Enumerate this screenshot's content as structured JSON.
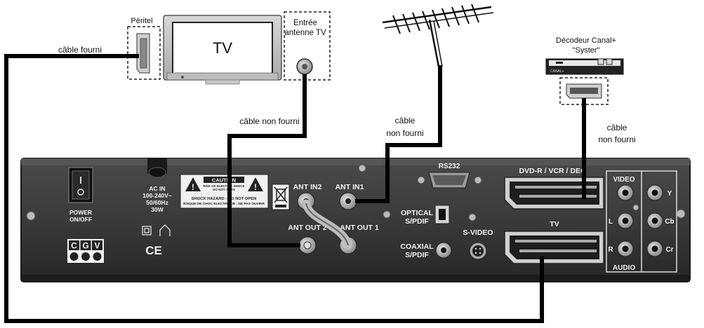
{
  "labels": {
    "peritel": "Péritel",
    "tv_screen": "TV",
    "entree_line1": "Entrée",
    "entree_line2": "antenne TV",
    "cable_fourni": "câble fourni",
    "cable_non_fourni_tv": "câble non fourni",
    "cable_ant_line1": "câble",
    "cable_ant_line2": "non fourni",
    "decoder_line1": "Décodeur Canal+",
    "decoder_line2": "\"Syster\"",
    "cable_dec_line1": "câble",
    "cable_dec_line2": "non fourni",
    "canal_logo": "CANAL+"
  },
  "panel": {
    "power_line1": "POWER",
    "power_line2": "ON/OFF",
    "ac_line1": "AC IN",
    "ac_line2": "100-240V~",
    "ac_line3": "50/60Hz",
    "ac_line4": "30W",
    "caution_title": "CAUTION",
    "caution_line1": "RISK OF ELECTRIC SHOCK",
    "caution_line2": "DO NOT OPEN",
    "shock_line1": "SHOCK HAZARD : DO NOT OPEN",
    "shock_line2": "RISQUE DE CHOC ELECTRIQUE : NE PAS OUVRIR",
    "cgv_letters": [
      "C",
      "G",
      "V"
    ],
    "ce_mark": "CE",
    "ant_in2": "ANT IN2",
    "ant_in1": "ANT IN1",
    "ant_out2": "ANT OUT 2",
    "ant_out1": "ANT OUT 1",
    "rs232": "RS232",
    "optical_line1": "OPTICAL",
    "optical_line2": "S/PDIF",
    "coaxial_line1": "COAXIAL",
    "coaxial_line2": "S/PDIF",
    "svideo": "S-VIDEO",
    "scart_top": "DVD-R / VCR / DEC",
    "scart_bottom": "TV",
    "video": "VIDEO",
    "audio": "AUDIO",
    "l": "L",
    "r": "R",
    "y": "Y",
    "cb": "Cb",
    "cr": "Cr"
  }
}
